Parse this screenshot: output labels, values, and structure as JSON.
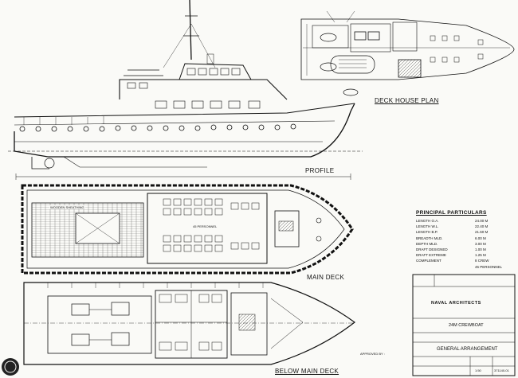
{
  "views": {
    "deck_house_plan": "DECK HOUSE PLAN",
    "profile": "PROFILE",
    "main_deck": "MAIN DECK",
    "below_main_deck": "BELOW MAIN DECK"
  },
  "main_deck_labels": {
    "wooden_sheathing": "WOODEN SHEATHING",
    "personnel": "45 PERSONNEL"
  },
  "principal_particulars": {
    "heading": "PRINCIPAL PARTICULARS",
    "rows": [
      {
        "label": "LENGTH O.A.",
        "value": "24.00 M"
      },
      {
        "label": "LENGTH W.L.",
        "value": "22.40 M"
      },
      {
        "label": "LENGTH B.P.",
        "value": "21.60 M"
      },
      {
        "label": "BREADTH MLD.",
        "value": "6.00 M"
      },
      {
        "label": "DEPTH MLD.",
        "value": "3.00 M"
      },
      {
        "label": "DRAFT DESIGNED",
        "value": "1.00 M"
      },
      {
        "label": "DRAFT EXTREME",
        "value": "1.25 M"
      },
      {
        "label": "COMPLEMENT",
        "value": "8 CREW"
      },
      {
        "label": "",
        "value": "45 PERSONNEL"
      }
    ]
  },
  "title_block": {
    "designer": "NAVAL ARCHITECTS",
    "project": "24M CREWBOAT",
    "drawing_title": "GENERAL ARRANGEMENT",
    "approved_by": "APPROVED BY :",
    "scale": "1:50",
    "drawing_no": "371140-01"
  }
}
